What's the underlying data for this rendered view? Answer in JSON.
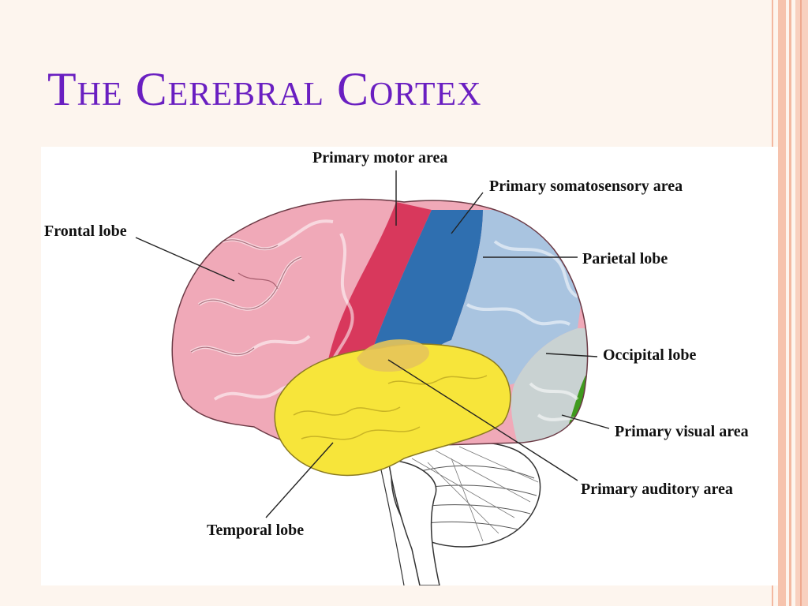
{
  "slide": {
    "title": "The Cerebral Cortex"
  },
  "diagram": {
    "labels": {
      "primary_motor_area": "Primary motor area",
      "primary_somatosensory_area": "Primary somatosensory area",
      "frontal_lobe": "Frontal lobe",
      "parietal_lobe": "Parietal lobe",
      "occipital_lobe": "Occipital lobe",
      "primary_visual_area": "Primary visual area",
      "primary_auditory_area": "Primary auditory area",
      "temporal_lobe": "Temporal lobe"
    },
    "region_colors": {
      "frontal": "#f0a9b8",
      "motor": "#d8385c",
      "somatosensory": "#2f6fb0",
      "parietal": "#a9c4e0",
      "occipital": "#c9d2d2",
      "visual": "#3f9a1e",
      "temporal": "#f7e53a",
      "auditory": "#e6c45a"
    }
  }
}
